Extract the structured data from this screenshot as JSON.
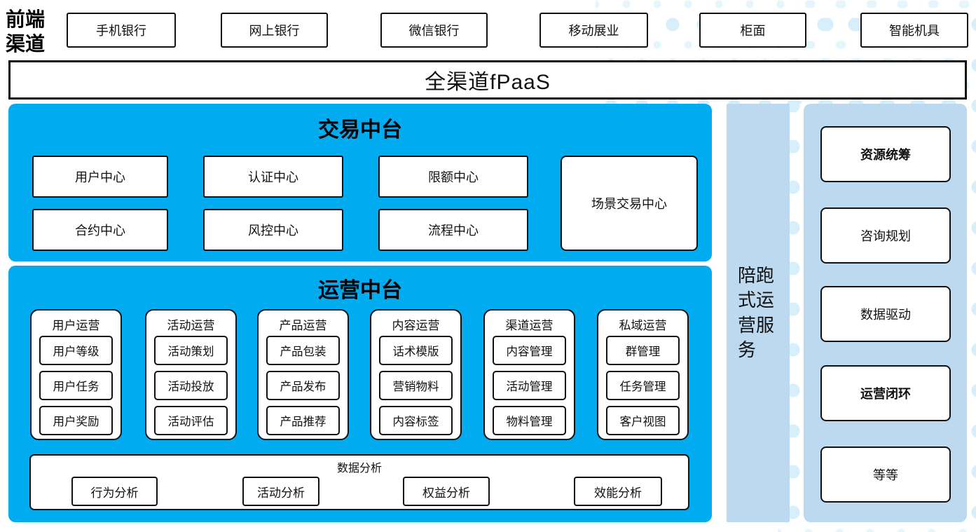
{
  "front_channels": {
    "label": "前端渠道",
    "items": [
      "手机银行",
      "网上银行",
      "微信银行",
      "移动展业",
      "柜面",
      "智能机具"
    ]
  },
  "fpaas": {
    "label": "全渠道fPaaS"
  },
  "trade_platform": {
    "title": "交易中台",
    "row1": [
      "用户中心",
      "认证中心",
      "限额中心"
    ],
    "row2": [
      "合约中心",
      "风控中心",
      "流程中心"
    ],
    "scene_center": "场景交易中心"
  },
  "ops_platform": {
    "title": "运营中台",
    "columns": [
      {
        "title": "用户运营",
        "items": [
          "用户等级",
          "用户任务",
          "用户奖励"
        ]
      },
      {
        "title": "活动运营",
        "items": [
          "活动策划",
          "活动投放",
          "活动评估"
        ]
      },
      {
        "title": "产品运营",
        "items": [
          "产品包装",
          "产品发布",
          "产品推荐"
        ]
      },
      {
        "title": "内容运营",
        "items": [
          "话术模版",
          "营销物料",
          "内容标签"
        ]
      },
      {
        "title": "渠道运营",
        "items": [
          "内容管理",
          "活动管理",
          "物料管理"
        ]
      },
      {
        "title": "私域运营",
        "items": [
          "群管理",
          "任务管理",
          "客户视图"
        ]
      }
    ],
    "data_analysis": {
      "title": "数据分析",
      "items": [
        "行为分析",
        "活动分析",
        "权益分析",
        "效能分析"
      ]
    }
  },
  "side_service": {
    "label": "陪跑式运营服务"
  },
  "right_panel": {
    "items": [
      "资源统筹",
      "咨询规划",
      "数据驱动",
      "运营闭环",
      "等等"
    ]
  },
  "colors": {
    "primary_blue": "#00abef",
    "light_blue": "#bdd9ef",
    "dot_blue": "#d6effa",
    "border": "#111111"
  }
}
